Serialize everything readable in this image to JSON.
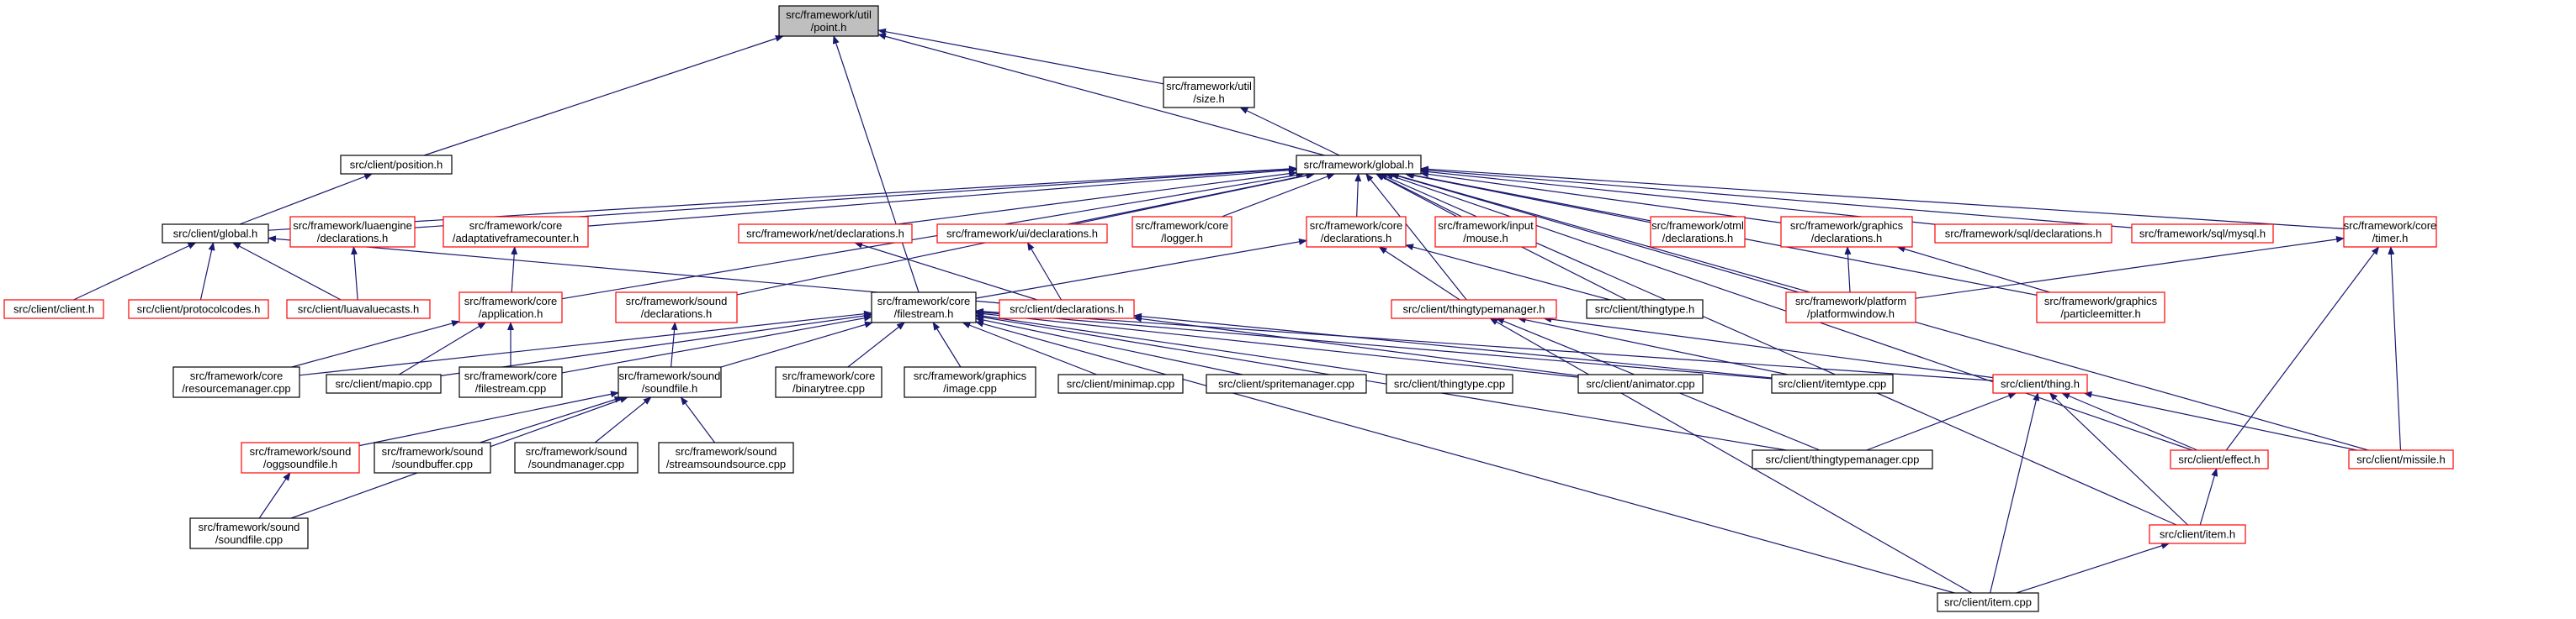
{
  "colors": {
    "node_fill": "#ffffff",
    "node_highlight_fill": "#bfbfbf",
    "node_normal_border": "#000000",
    "node_truncated_border": "#ff0000",
    "node_text": "#000000",
    "edge": "#191970"
  },
  "nodes": [
    {
      "id": "point_h",
      "lines": [
        "src/framework/util",
        "/point.h"
      ],
      "highlight": true,
      "border": "normal"
    },
    {
      "id": "size_h",
      "lines": [
        "src/framework/util",
        "/size.h"
      ],
      "border": "normal"
    },
    {
      "id": "position_h",
      "lines": [
        "src/client/position.h"
      ],
      "border": "normal"
    },
    {
      "id": "global_h",
      "lines": [
        "src/framework/global.h"
      ],
      "border": "normal"
    },
    {
      "id": "client_global_h",
      "lines": [
        "src/client/global.h"
      ],
      "border": "normal"
    },
    {
      "id": "luaengine_decl",
      "lines": [
        "src/framework/luaengine",
        "/declarations.h"
      ],
      "border": "truncated"
    },
    {
      "id": "adaptiveframecounter",
      "lines": [
        "src/framework/core",
        "/adaptativeframecounter.h"
      ],
      "border": "truncated"
    },
    {
      "id": "net_decl",
      "lines": [
        "src/framework/net/declarations.h"
      ],
      "border": "truncated"
    },
    {
      "id": "ui_decl",
      "lines": [
        "src/framework/ui/declarations.h"
      ],
      "border": "truncated"
    },
    {
      "id": "logger_h",
      "lines": [
        "src/framework/core",
        "/logger.h"
      ],
      "border": "truncated"
    },
    {
      "id": "core_decl",
      "lines": [
        "src/framework/core",
        "/declarations.h"
      ],
      "border": "truncated"
    },
    {
      "id": "mouse_h",
      "lines": [
        "src/framework/input",
        "/mouse.h"
      ],
      "border": "truncated"
    },
    {
      "id": "otml_decl",
      "lines": [
        "src/framework/otml",
        "/declarations.h"
      ],
      "border": "truncated"
    },
    {
      "id": "graphics_decl",
      "lines": [
        "src/framework/graphics",
        "/declarations.h"
      ],
      "border": "truncated"
    },
    {
      "id": "sql_decl",
      "lines": [
        "src/framework/sql/declarations.h"
      ],
      "border": "truncated"
    },
    {
      "id": "mysql_h",
      "lines": [
        "src/framework/sql/mysql.h"
      ],
      "border": "truncated"
    },
    {
      "id": "timer_h",
      "lines": [
        "src/framework/core",
        "/timer.h"
      ],
      "border": "truncated"
    },
    {
      "id": "client_h",
      "lines": [
        "src/client/client.h"
      ],
      "border": "truncated"
    },
    {
      "id": "protocolcodes_h",
      "lines": [
        "src/client/protocolcodes.h"
      ],
      "border": "truncated"
    },
    {
      "id": "luavaluecasts_h",
      "lines": [
        "src/client/luavaluecasts.h"
      ],
      "border": "truncated"
    },
    {
      "id": "application_h",
      "lines": [
        "src/framework/core",
        "/application.h"
      ],
      "border": "truncated"
    },
    {
      "id": "sound_decl",
      "lines": [
        "src/framework/sound",
        "/declarations.h"
      ],
      "border": "truncated"
    },
    {
      "id": "filestream_h",
      "lines": [
        "src/framework/core",
        "/filestream.h"
      ],
      "border": "normal"
    },
    {
      "id": "client_decl",
      "lines": [
        "src/client/declarations.h"
      ],
      "border": "truncated"
    },
    {
      "id": "thingtypemanager_h",
      "lines": [
        "src/client/thingtypemanager.h"
      ],
      "border": "truncated"
    },
    {
      "id": "thingtype_h",
      "lines": [
        "src/client/thingtype.h"
      ],
      "border": "normal"
    },
    {
      "id": "platformwindow_h",
      "lines": [
        "src/framework/platform",
        "/platformwindow.h"
      ],
      "border": "truncated"
    },
    {
      "id": "particleemitter_h",
      "lines": [
        "src/framework/graphics",
        "/particleemitter.h"
      ],
      "border": "truncated"
    },
    {
      "id": "resourcemanager_cpp",
      "lines": [
        "src/framework/core",
        "/resourcemanager.cpp"
      ],
      "border": "normal"
    },
    {
      "id": "mapio_cpp",
      "lines": [
        "src/client/mapio.cpp"
      ],
      "border": "normal"
    },
    {
      "id": "filestream_cpp",
      "lines": [
        "src/framework/core",
        "/filestream.cpp"
      ],
      "border": "normal"
    },
    {
      "id": "soundfile_h",
      "lines": [
        "src/framework/sound",
        "/soundfile.h"
      ],
      "border": "normal"
    },
    {
      "id": "binarytree_cpp",
      "lines": [
        "src/framework/core",
        "/binarytree.cpp"
      ],
      "border": "normal"
    },
    {
      "id": "image_cpp",
      "lines": [
        "src/framework/graphics",
        "/image.cpp"
      ],
      "border": "normal"
    },
    {
      "id": "minimap_cpp",
      "lines": [
        "src/client/minimap.cpp"
      ],
      "border": "normal"
    },
    {
      "id": "spritemanager_cpp",
      "lines": [
        "src/client/spritemanager.cpp"
      ],
      "border": "normal"
    },
    {
      "id": "thingtype_cpp",
      "lines": [
        "src/client/thingtype.cpp"
      ],
      "border": "normal"
    },
    {
      "id": "animator_cpp",
      "lines": [
        "src/client/animator.cpp"
      ],
      "border": "normal"
    },
    {
      "id": "itemtype_cpp",
      "lines": [
        "src/client/itemtype.cpp"
      ],
      "border": "normal"
    },
    {
      "id": "thing_h",
      "lines": [
        "src/client/thing.h"
      ],
      "border": "truncated"
    },
    {
      "id": "oggsoundfile_h",
      "lines": [
        "src/framework/sound",
        "/oggsoundfile.h"
      ],
      "border": "truncated"
    },
    {
      "id": "soundbuffer_cpp",
      "lines": [
        "src/framework/sound",
        "/soundbuffer.cpp"
      ],
      "border": "normal"
    },
    {
      "id": "soundmanager_cpp",
      "lines": [
        "src/framework/sound",
        "/soundmanager.cpp"
      ],
      "border": "normal"
    },
    {
      "id": "streamsoundsource_cpp",
      "lines": [
        "src/framework/sound",
        "/streamsoundsource.cpp"
      ],
      "border": "normal"
    },
    {
      "id": "thingtypemanager_cpp",
      "lines": [
        "src/client/thingtypemanager.cpp"
      ],
      "border": "normal"
    },
    {
      "id": "effect_h",
      "lines": [
        "src/client/effect.h"
      ],
      "border": "truncated"
    },
    {
      "id": "missile_h",
      "lines": [
        "src/client/missile.h"
      ],
      "border": "truncated"
    },
    {
      "id": "soundfile_cpp",
      "lines": [
        "src/framework/sound",
        "/soundfile.cpp"
      ],
      "border": "normal"
    },
    {
      "id": "item_h",
      "lines": [
        "src/client/item.h"
      ],
      "border": "truncated"
    },
    {
      "id": "item_cpp",
      "lines": [
        "src/client/item.cpp"
      ],
      "border": "normal"
    }
  ],
  "edges": [
    [
      "size_h",
      "point_h"
    ],
    [
      "global_h",
      "point_h"
    ],
    [
      "position_h",
      "point_h"
    ],
    [
      "filestream_h",
      "point_h"
    ],
    [
      "global_h",
      "size_h"
    ],
    [
      "client_global_h",
      "position_h"
    ],
    [
      "client_global_h",
      "global_h"
    ],
    [
      "luaengine_decl",
      "global_h"
    ],
    [
      "adaptiveframecounter",
      "global_h"
    ],
    [
      "net_decl",
      "global_h"
    ],
    [
      "ui_decl",
      "global_h"
    ],
    [
      "logger_h",
      "global_h"
    ],
    [
      "core_decl",
      "global_h"
    ],
    [
      "mouse_h",
      "global_h"
    ],
    [
      "otml_decl",
      "global_h"
    ],
    [
      "graphics_decl",
      "global_h"
    ],
    [
      "sql_decl",
      "global_h"
    ],
    [
      "mysql_h",
      "global_h"
    ],
    [
      "timer_h",
      "global_h"
    ],
    [
      "application_h",
      "global_h"
    ],
    [
      "sound_decl",
      "global_h"
    ],
    [
      "thingtypemanager_h",
      "global_h"
    ],
    [
      "thingtype_h",
      "global_h"
    ],
    [
      "platformwindow_h",
      "global_h"
    ],
    [
      "particleemitter_h",
      "global_h"
    ],
    [
      "effect_h",
      "global_h"
    ],
    [
      "missile_h",
      "global_h"
    ],
    [
      "item_h",
      "global_h"
    ],
    [
      "client_h",
      "client_global_h"
    ],
    [
      "protocolcodes_h",
      "client_global_h"
    ],
    [
      "luavaluecasts_h",
      "client_global_h"
    ],
    [
      "client_decl",
      "client_global_h"
    ],
    [
      "luavaluecasts_h",
      "luaengine_decl"
    ],
    [
      "application_h",
      "adaptiveframecounter"
    ],
    [
      "client_decl",
      "net_decl"
    ],
    [
      "client_decl",
      "ui_decl"
    ],
    [
      "filestream_h",
      "core_decl"
    ],
    [
      "thingtypemanager_h",
      "core_decl"
    ],
    [
      "thingtype_h",
      "core_decl"
    ],
    [
      "platformwindow_h",
      "graphics_decl"
    ],
    [
      "particleemitter_h",
      "graphics_decl"
    ],
    [
      "platformwindow_h",
      "timer_h"
    ],
    [
      "effect_h",
      "timer_h"
    ],
    [
      "missile_h",
      "timer_h"
    ],
    [
      "resourcemanager_cpp",
      "application_h"
    ],
    [
      "mapio_cpp",
      "application_h"
    ],
    [
      "filestream_cpp",
      "application_h"
    ],
    [
      "soundfile_h",
      "sound_decl"
    ],
    [
      "resourcemanager_cpp",
      "filestream_h"
    ],
    [
      "mapio_cpp",
      "filestream_h"
    ],
    [
      "filestream_cpp",
      "filestream_h"
    ],
    [
      "soundfile_h",
      "filestream_h"
    ],
    [
      "binarytree_cpp",
      "filestream_h"
    ],
    [
      "image_cpp",
      "filestream_h"
    ],
    [
      "minimap_cpp",
      "filestream_h"
    ],
    [
      "spritemanager_cpp",
      "filestream_h"
    ],
    [
      "thingtype_cpp",
      "filestream_h"
    ],
    [
      "animator_cpp",
      "filestream_h"
    ],
    [
      "itemtype_cpp",
      "filestream_h"
    ],
    [
      "thingtypemanager_cpp",
      "filestream_h"
    ],
    [
      "item_cpp",
      "filestream_h"
    ],
    [
      "thing_h",
      "filestream_h"
    ],
    [
      "animator_cpp",
      "client_decl"
    ],
    [
      "itemtype_cpp",
      "client_decl"
    ],
    [
      "itemtype_cpp",
      "thingtypemanager_h"
    ],
    [
      "thingtypemanager_cpp",
      "thingtypemanager_h"
    ],
    [
      "thing_h",
      "thingtypemanager_h"
    ],
    [
      "item_cpp",
      "thingtypemanager_h"
    ],
    [
      "oggsoundfile_h",
      "soundfile_h"
    ],
    [
      "soundbuffer_cpp",
      "soundfile_h"
    ],
    [
      "soundmanager_cpp",
      "soundfile_h"
    ],
    [
      "streamsoundsource_cpp",
      "soundfile_h"
    ],
    [
      "soundfile_cpp",
      "soundfile_h"
    ],
    [
      "soundfile_cpp",
      "oggsoundfile_h"
    ],
    [
      "thingtypemanager_cpp",
      "thing_h"
    ],
    [
      "effect_h",
      "thing_h"
    ],
    [
      "missile_h",
      "thing_h"
    ],
    [
      "item_h",
      "thing_h"
    ],
    [
      "item_cpp",
      "thing_h"
    ],
    [
      "item_h",
      "effect_h"
    ],
    [
      "item_cpp",
      "item_h"
    ]
  ]
}
